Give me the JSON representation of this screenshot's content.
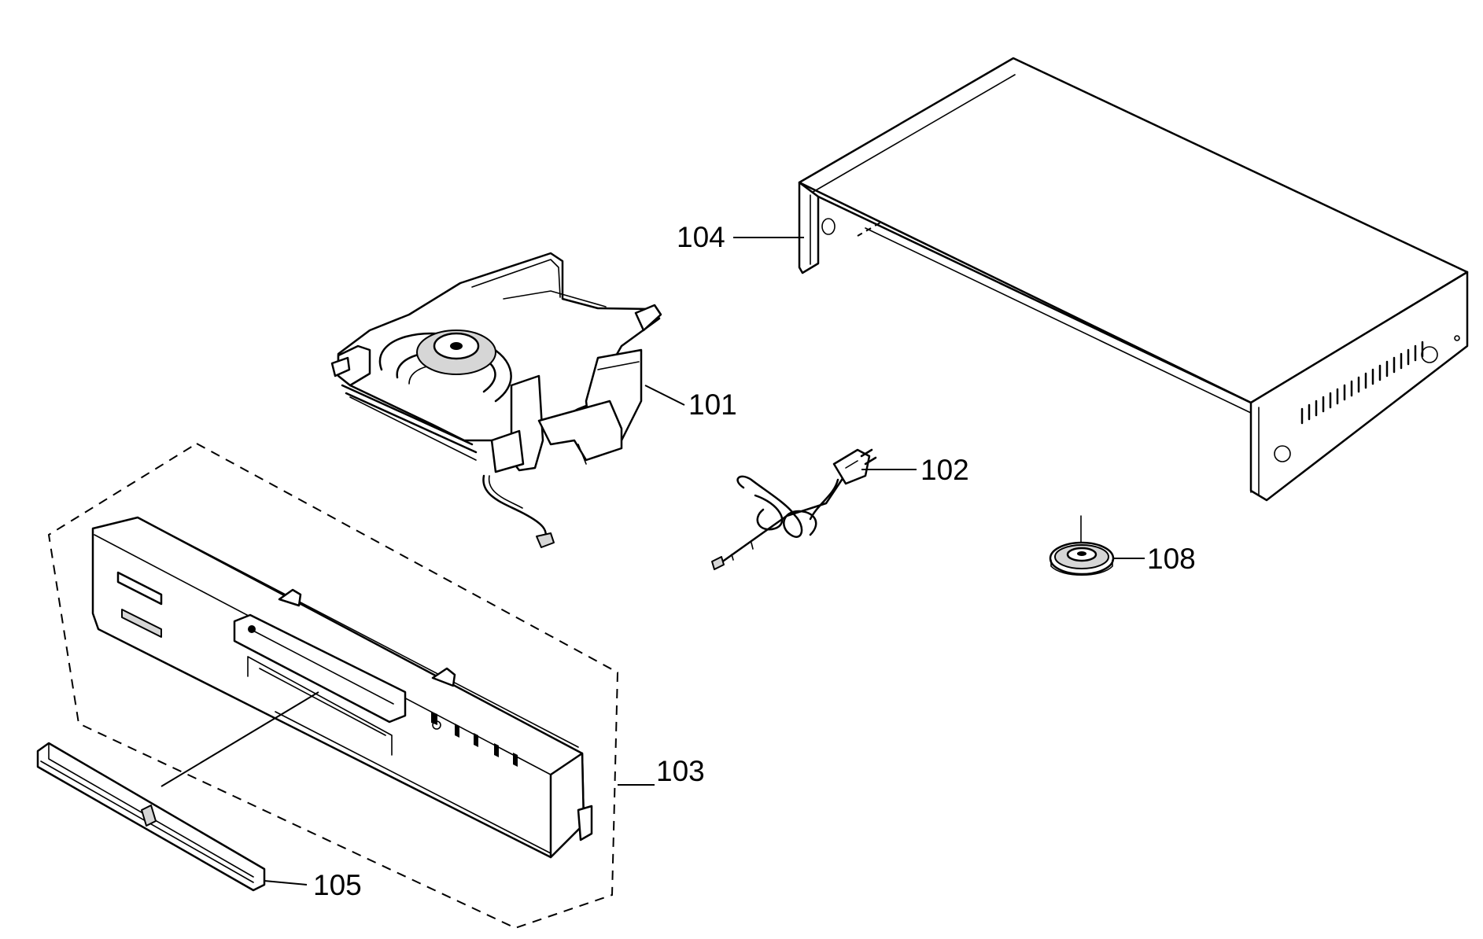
{
  "diagram": {
    "type": "exploded-parts-view",
    "parts": [
      {
        "id": "104",
        "label": "104"
      },
      {
        "id": "101",
        "label": "101"
      },
      {
        "id": "102",
        "label": "102"
      },
      {
        "id": "108",
        "label": "108"
      },
      {
        "id": "103",
        "label": "103"
      },
      {
        "id": "105",
        "label": "105"
      }
    ]
  }
}
